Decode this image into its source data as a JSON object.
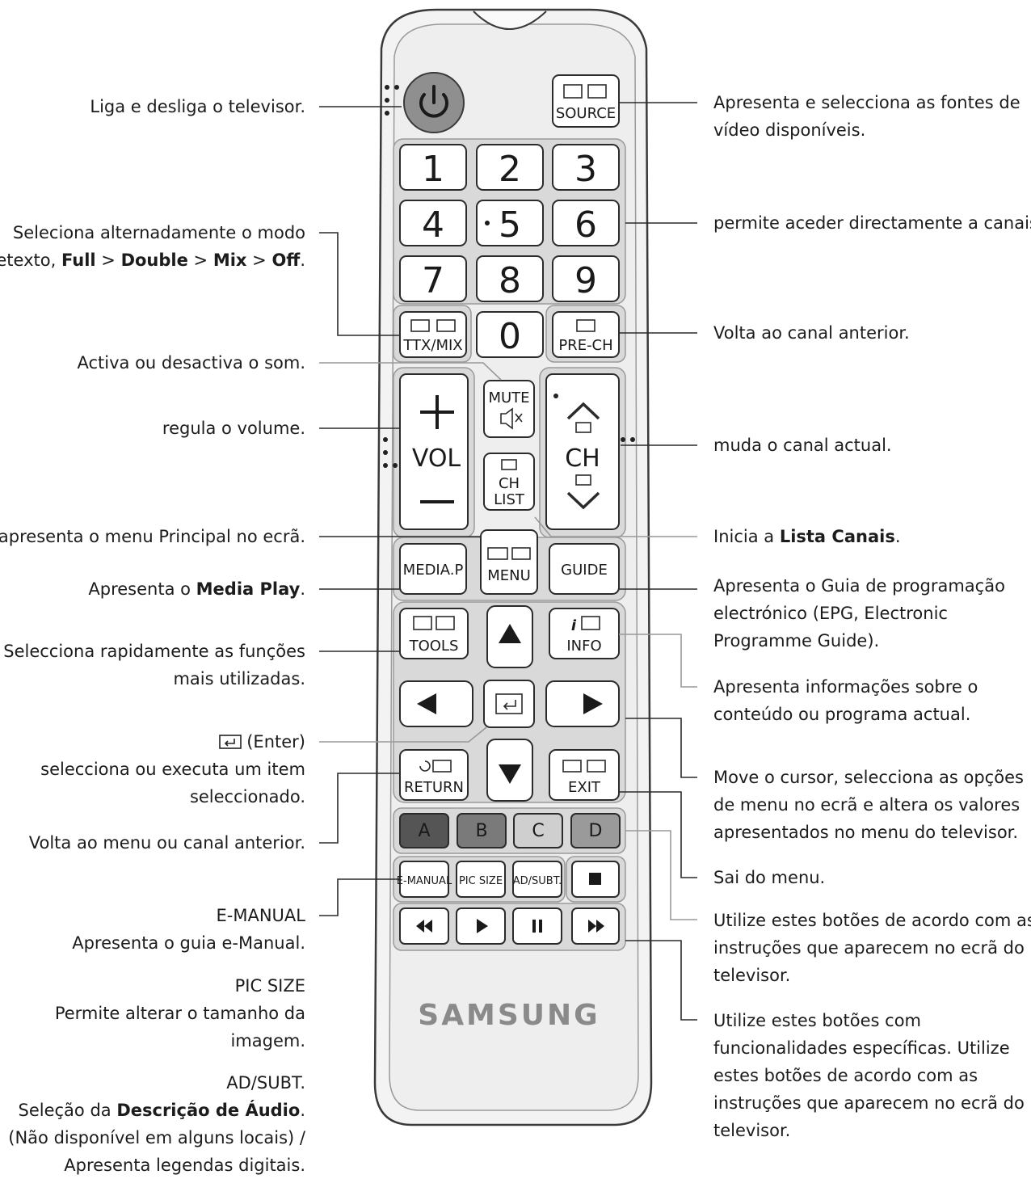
{
  "brand": "SAMSUNG",
  "remote": {
    "source": "SOURCE",
    "digits": [
      "1",
      "2",
      "3",
      "4",
      "5",
      "6",
      "7",
      "8",
      "9",
      "0"
    ],
    "ttx": "TTX/MIX",
    "prech": "PRE-CH",
    "mute": "MUTE",
    "vol": "VOL",
    "ch": "CH",
    "chlist_1": "CH",
    "chlist_2": "LIST",
    "mediap": "MEDIA.P",
    "menu": "MENU",
    "guide": "GUIDE",
    "tools": "TOOLS",
    "info": "INFO",
    "return": "RETURN",
    "exit": "EXIT",
    "color_keys": [
      {
        "label": "A",
        "color": "#555555"
      },
      {
        "label": "B",
        "color": "#7a7a7a"
      },
      {
        "label": "C",
        "color": "#cfcfcf"
      },
      {
        "label": "D",
        "color": "#9a9a9a"
      }
    ],
    "emanual": "E-MANUAL",
    "picsize": "PIC SIZE",
    "adsubt": "AD/SUBT."
  },
  "left": {
    "power": "Liga e desliga o televisor.",
    "ttx_1": "Seleciona alternadamente o modo",
    "ttx_2a": "Teletexto, ",
    "ttx_2b": "Full",
    "ttx_2c": " > ",
    "ttx_2d": "Double",
    "ttx_2e": " > ",
    "ttx_2f": "Mix",
    "ttx_2g": " > ",
    "ttx_2h": "Off",
    "ttx_2i": ".",
    "mute": "Activa ou desactiva o som.",
    "vol": "regula o volume.",
    "menu": "apresenta o menu Principal no ecrã.",
    "media_a": "Apresenta o ",
    "media_b": "Media Play",
    "media_c": ".",
    "tools_1": "Selecciona rapidamente as funções",
    "tools_2": "mais utilizadas.",
    "enter_1": "(Enter)",
    "enter_2": "selecciona ou executa um item",
    "enter_3": "seleccionado.",
    "return": "Volta ao menu ou canal anterior.",
    "emanual_1": "E-MANUAL",
    "emanual_2": "Apresenta o guia e-Manual.",
    "picsize_1": "PIC SIZE",
    "picsize_2": "Permite alterar o tamanho da",
    "picsize_3": "imagem.",
    "adsubt_1": "AD/SUBT.",
    "adsubt_2a": "Seleção da ",
    "adsubt_2b": "Descrição de Áudio",
    "adsubt_2c": ".",
    "adsubt_3": "(Não disponível em alguns locais) /",
    "adsubt_4": "Apresenta legendas digitais."
  },
  "right": {
    "source_1": "Apresenta e selecciona as fontes de",
    "source_2": "vídeo disponíveis.",
    "digits": "permite aceder directamente a canais.",
    "prech": "Volta ao canal anterior.",
    "ch": "muda o canal actual.",
    "chlist_a": "Inicia a ",
    "chlist_b": "Lista Canais",
    "chlist_c": ".",
    "guide_1": "Apresenta o Guia de programação",
    "guide_2": "electrónico (EPG, Electronic",
    "guide_3": "Programme Guide).",
    "info_1": "Apresenta informações sobre o",
    "info_2": "conteúdo ou programa actual.",
    "cursor_1": "Move o cursor, selecciona as opções",
    "cursor_2": "de menu no ecrã e altera os valores",
    "cursor_3": "apresentados no menu do televisor.",
    "exit": "Sai do menu.",
    "color_1": "Utilize estes botões de acordo com as",
    "color_2": "instruções que aparecem no ecrã do",
    "color_3": "televisor.",
    "media_1": "Utilize estes botões com",
    "media_2": "funcionalidades específicas. Utilize",
    "media_3": "estes botões de acordo com as",
    "media_4": "instruções que aparecem no ecrã do",
    "media_5": "televisor."
  }
}
